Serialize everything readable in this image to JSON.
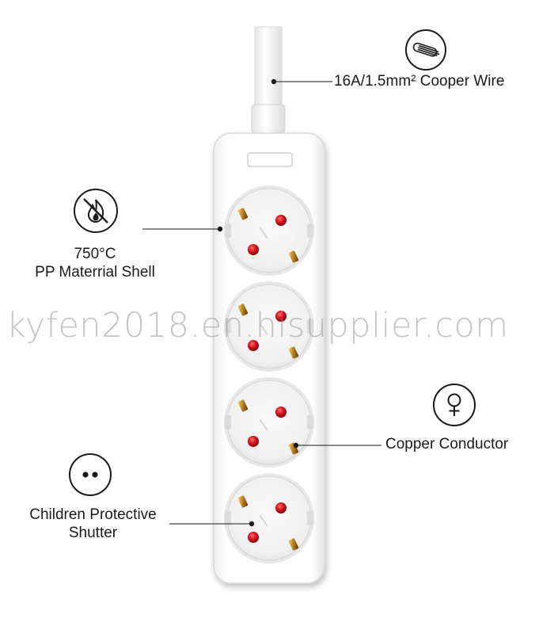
{
  "callouts": {
    "wire": "16A/1.5mm² Cooper Wire",
    "shell_temp": "750°C",
    "shell_material": "PP Materrial Shell",
    "conductor": "Copper Conductor",
    "shutter_line1": "Children Protective",
    "shutter_line2": "Shutter"
  },
  "watermark": "kyfen2018.en.hisupplier.com",
  "icons": {
    "wire": "cable-icon",
    "shell": "no-fire-icon",
    "conductor": "copper-symbol-icon",
    "shutter": "two-dot-socket-icon"
  },
  "colors": {
    "background": "#ffffff",
    "strip_body": "#ffffff",
    "socket_well": "#f1f1f1",
    "red_dot": "#c0101c",
    "brass_contact": "#c8922a",
    "text": "#1a1a1a"
  },
  "outlet_count": 4
}
